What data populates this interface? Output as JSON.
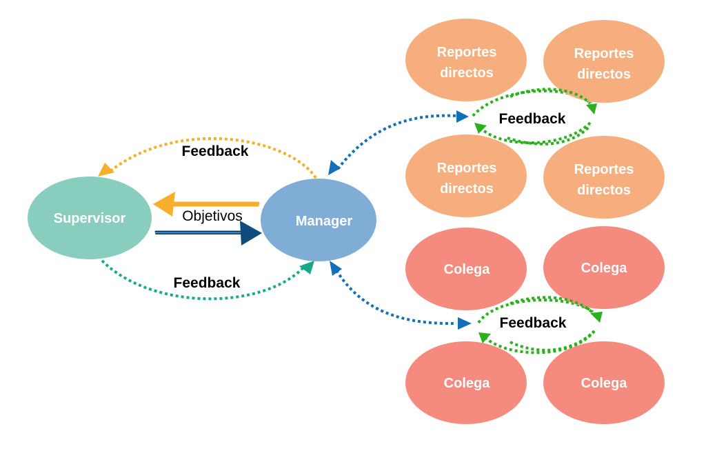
{
  "nodes": {
    "supervisor": {
      "label": "Supervisor",
      "color": "#88CDBD"
    },
    "manager": {
      "label": "Manager",
      "color": "#7FADD6"
    },
    "reports": [
      {
        "line1": "Reportes",
        "line2": "directos"
      },
      {
        "line1": "Reportes",
        "line2": "directos"
      },
      {
        "line1": "Reportes",
        "line2": "directos"
      },
      {
        "line1": "Reportes",
        "line2": "directos"
      }
    ],
    "reports_color": "#F7AE7E",
    "peers": [
      {
        "label": "Colega"
      },
      {
        "label": "Colega"
      },
      {
        "label": "Colega"
      },
      {
        "label": "Colega"
      }
    ],
    "peers_color": "#F58A7E"
  },
  "edges": {
    "manager_to_supervisor_feedback": {
      "label": "Feedback",
      "color": "#F7AE2A"
    },
    "supervisor_to_manager_feedback": {
      "label": "Feedback",
      "color": "#19A88A"
    },
    "objectives": {
      "label": "Objetivos",
      "left_arrow_color": "#F7AE2A",
      "right_arrow_color": "#0E4C7E"
    },
    "manager_reports_link_color": "#1270B8",
    "manager_peers_link_color": "#1270B8",
    "reports_feedback": {
      "label": "Feedback",
      "color": "#2BB01E"
    },
    "peers_feedback": {
      "label": "Feedback",
      "color": "#2BB01E"
    }
  }
}
